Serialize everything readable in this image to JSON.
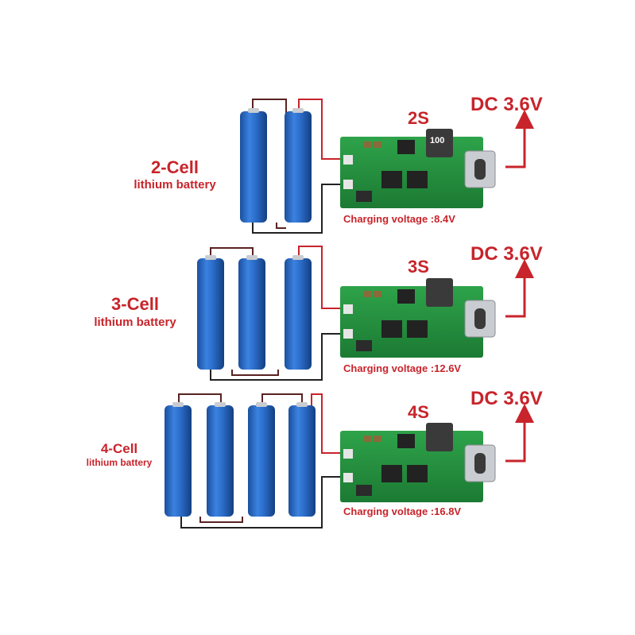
{
  "colors": {
    "accent_red": "#c8242b",
    "battery_blue": "#1f5fb8",
    "pcb_green": "#1f8a3a",
    "wire": "#3a2a2a"
  },
  "rows": [
    {
      "cell_label": "2-Cell",
      "battery_label": "lithium battery",
      "series_label": "2S",
      "charging_voltage": "Charging voltage :8.4V",
      "input_label": "DC 3.6V",
      "cells": 2
    },
    {
      "cell_label": "3-Cell",
      "battery_label": "lithium battery",
      "series_label": "3S",
      "charging_voltage": "Charging voltage :12.6V",
      "input_label": "DC 3.6V",
      "cells": 3
    },
    {
      "cell_label": "4-Cell",
      "battery_label": "lithium battery",
      "series_label": "4S",
      "charging_voltage": "Charging voltage :16.8V",
      "input_label": "DC 3.6V",
      "cells": 4
    }
  ],
  "inductor_marking": "100",
  "icons": [
    "battery-cell-icon",
    "pcb-board-icon",
    "usb-c-port-icon",
    "arrow-icon"
  ]
}
